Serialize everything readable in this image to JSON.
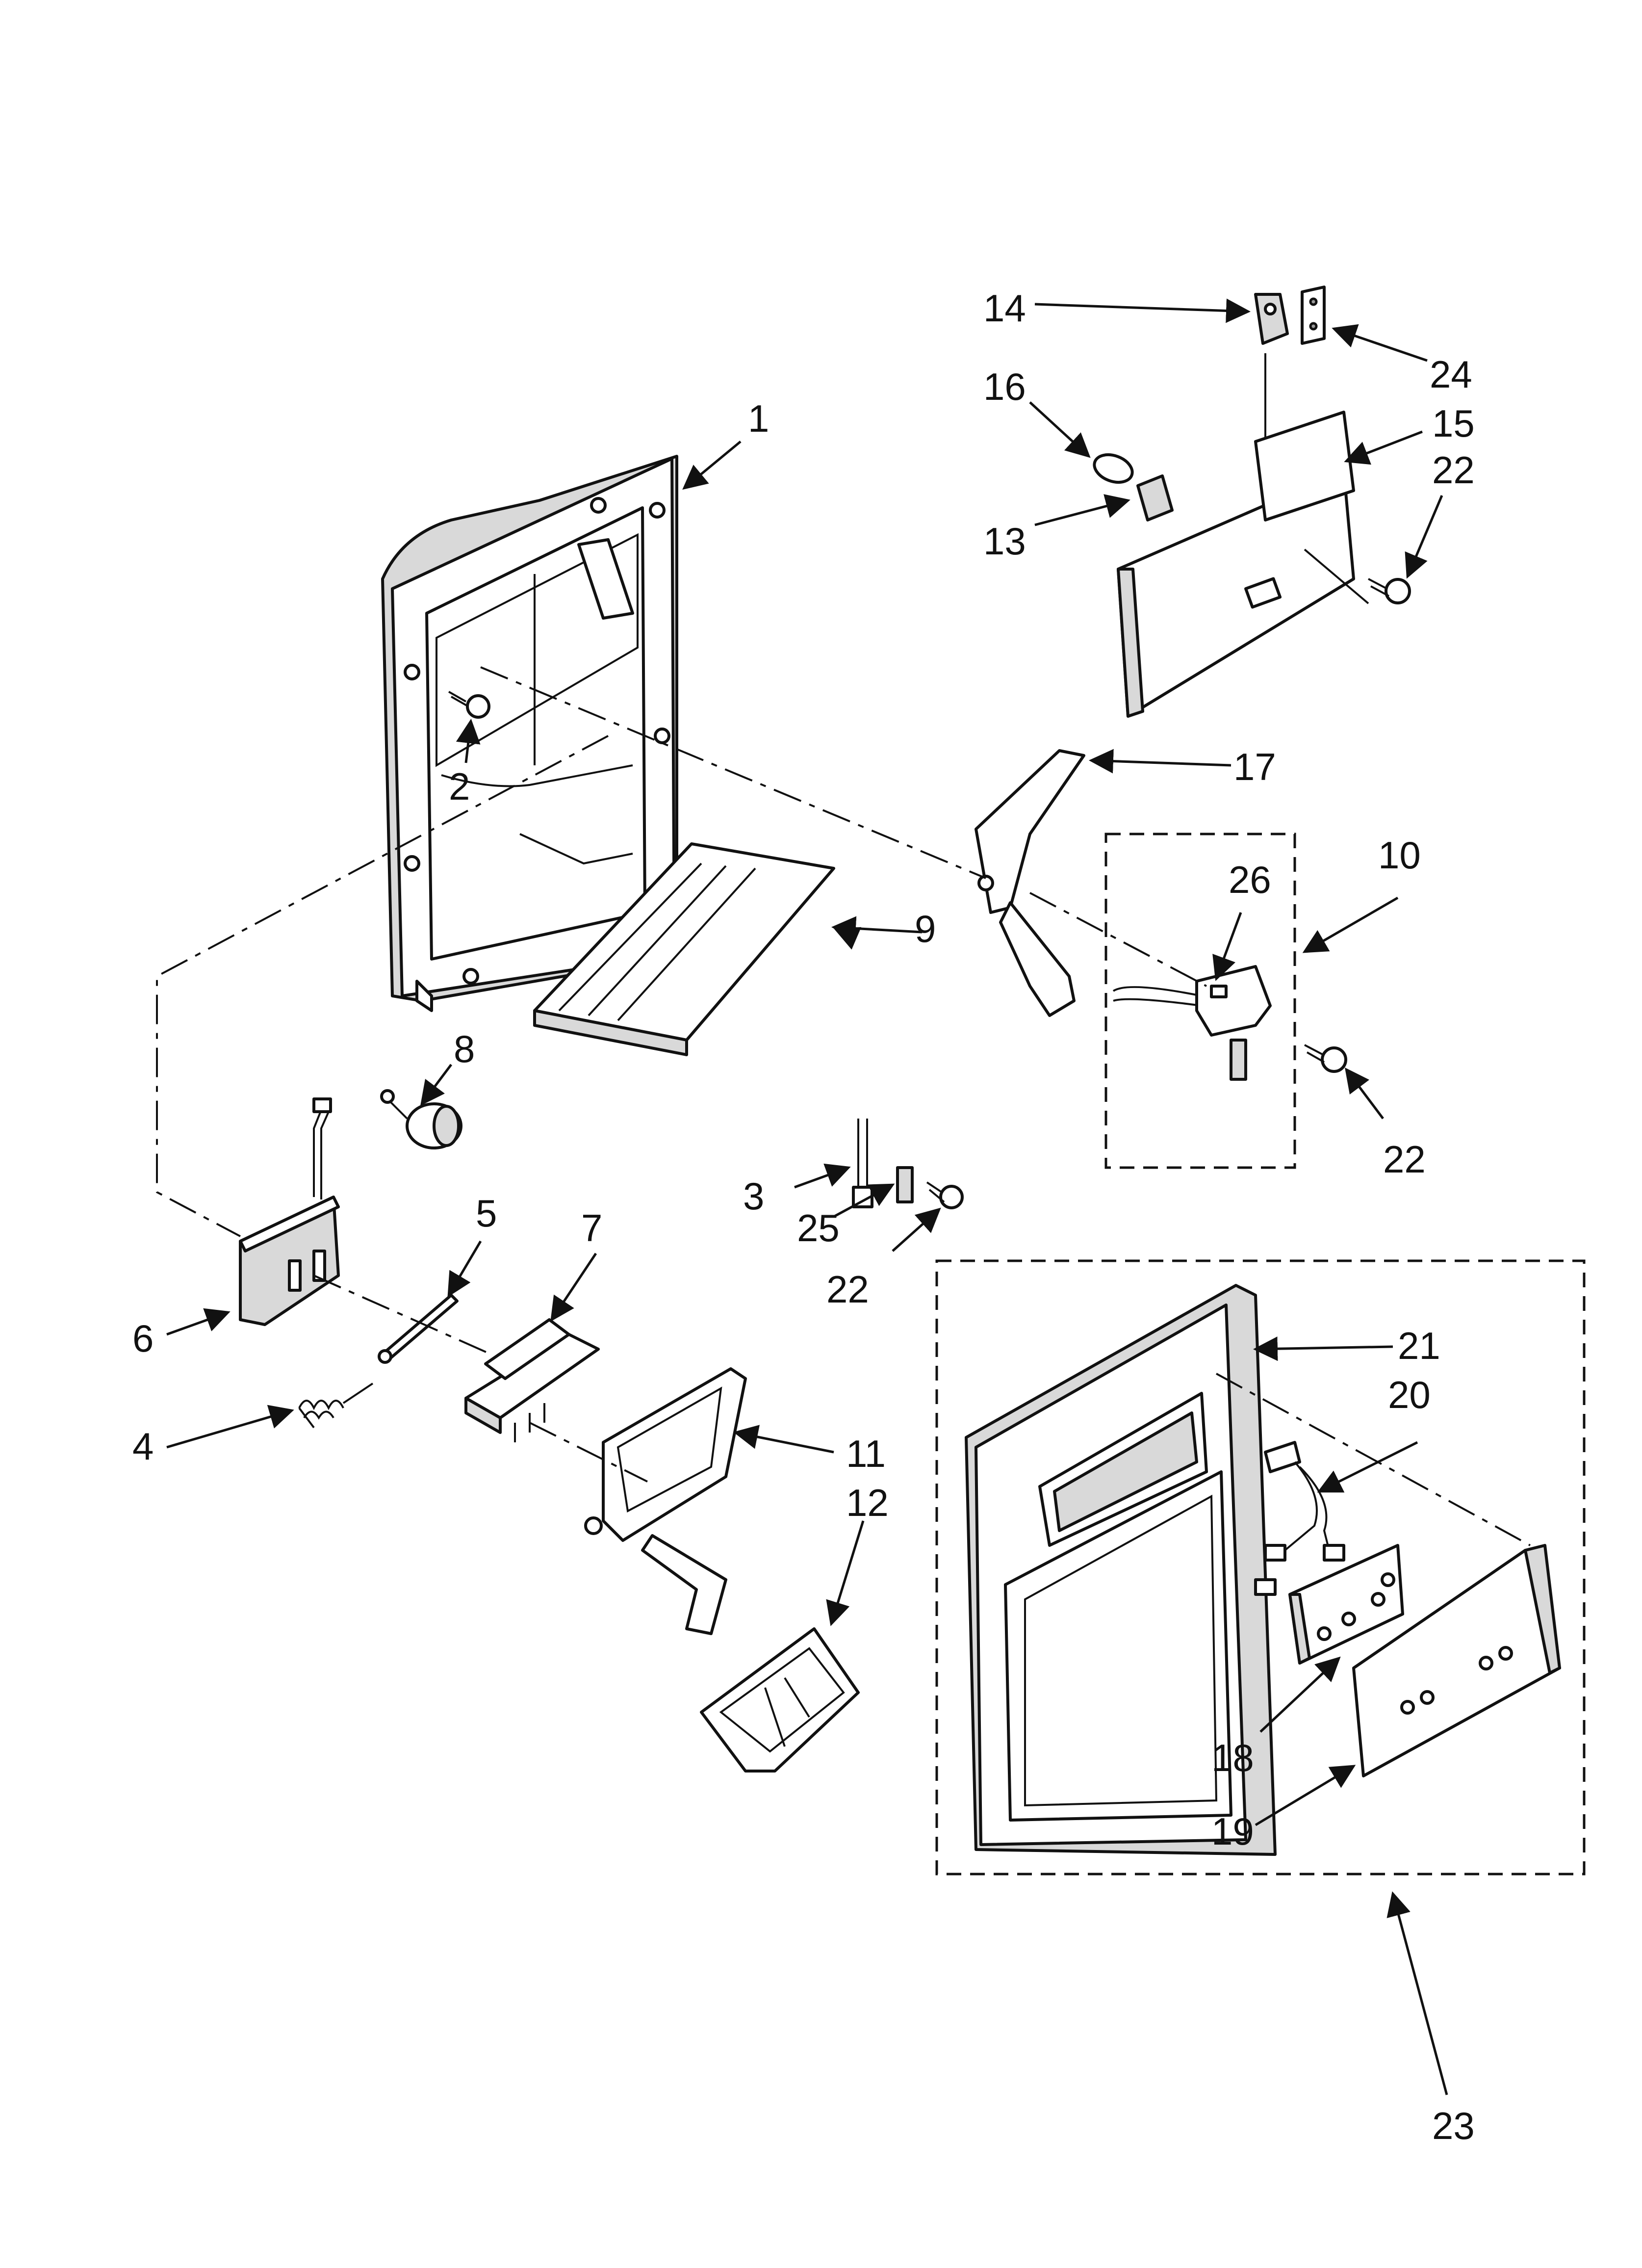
{
  "callouts": [
    {
      "id": "1",
      "text": "1"
    },
    {
      "id": "2",
      "text": "2"
    },
    {
      "id": "3",
      "text": "3"
    },
    {
      "id": "4",
      "text": "4"
    },
    {
      "id": "5",
      "text": "5"
    },
    {
      "id": "6",
      "text": "6"
    },
    {
      "id": "7",
      "text": "7"
    },
    {
      "id": "8",
      "text": "8"
    },
    {
      "id": "9",
      "text": "9"
    },
    {
      "id": "10",
      "text": "10"
    },
    {
      "id": "11",
      "text": "11"
    },
    {
      "id": "12",
      "text": "12"
    },
    {
      "id": "13",
      "text": "13"
    },
    {
      "id": "14",
      "text": "14"
    },
    {
      "id": "15",
      "text": "15"
    },
    {
      "id": "16",
      "text": "16"
    },
    {
      "id": "17",
      "text": "17"
    },
    {
      "id": "18",
      "text": "18"
    },
    {
      "id": "19",
      "text": "19"
    },
    {
      "id": "20",
      "text": "20"
    },
    {
      "id": "21",
      "text": "21"
    },
    {
      "id": "22a",
      "text": "22"
    },
    {
      "id": "22b",
      "text": "22"
    },
    {
      "id": "22c",
      "text": "22"
    },
    {
      "id": "23",
      "text": "23"
    },
    {
      "id": "24",
      "text": "24"
    },
    {
      "id": "25",
      "text": "25"
    },
    {
      "id": "26",
      "text": "26"
    }
  ]
}
